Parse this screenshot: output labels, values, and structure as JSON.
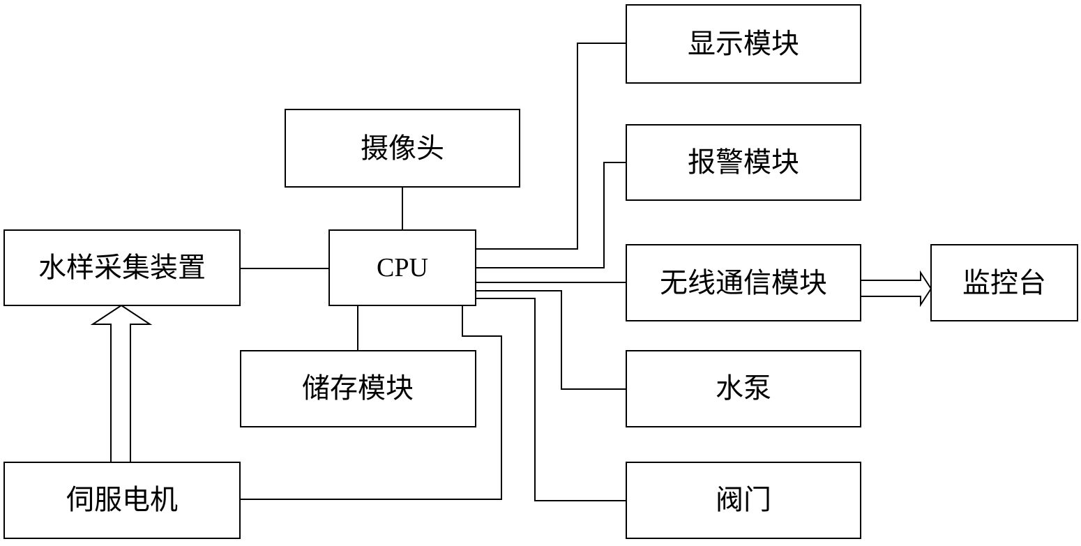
{
  "nodes": {
    "display": "显示模块",
    "camera": "摄像头",
    "alarm": "报警模块",
    "sampler": "水样采集装置",
    "cpu": "CPU",
    "wireless": "无线通信模块",
    "monitor": "监控台",
    "storage": "储存模块",
    "pump": "水泵",
    "servo": "伺服电机",
    "valve": "阀门"
  }
}
